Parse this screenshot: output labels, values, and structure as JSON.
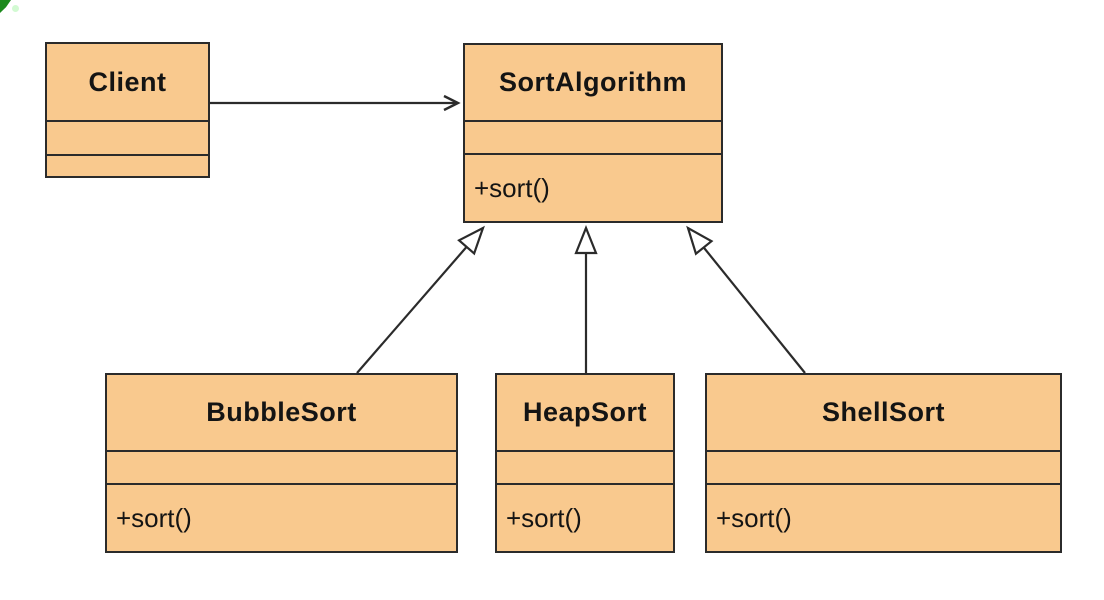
{
  "diagram": {
    "kind": "uml-class-diagram",
    "colors": {
      "class_fill": "#f9c98e",
      "class_border": "#2b2b2b",
      "line": "#2b2b2b",
      "text": "#141414",
      "background": "#ffffff",
      "corner_mark": "#1c8a1c",
      "corner_mark_halo": "#9cf59c"
    },
    "classes": {
      "client": {
        "name": "Client",
        "attributes": "",
        "methods": ""
      },
      "sortAlgorithm": {
        "name": "SortAlgorithm",
        "attributes": "",
        "methods": "+sort()"
      },
      "bubbleSort": {
        "name": "BubbleSort",
        "attributes": "",
        "methods": "+sort()"
      },
      "heapSort": {
        "name": "HeapSort",
        "attributes": "",
        "methods": "+sort()"
      },
      "shellSort": {
        "name": "ShellSort",
        "attributes": "",
        "methods": "+sort()"
      }
    },
    "relationships": [
      {
        "type": "association",
        "from": "Client",
        "to": "SortAlgorithm"
      },
      {
        "type": "generalization",
        "from": "BubbleSort",
        "to": "SortAlgorithm"
      },
      {
        "type": "generalization",
        "from": "HeapSort",
        "to": "SortAlgorithm"
      },
      {
        "type": "generalization",
        "from": "ShellSort",
        "to": "SortAlgorithm"
      }
    ]
  }
}
